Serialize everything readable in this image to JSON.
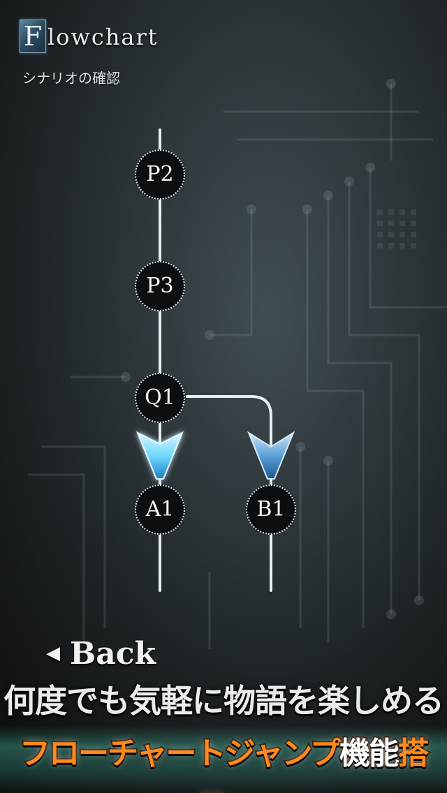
{
  "header": {
    "logo_letter": "F",
    "title": "lowchart",
    "subtitle": "シナリオの確認"
  },
  "flowchart": {
    "nodes": [
      {
        "id": "p2",
        "label": "P2"
      },
      {
        "id": "p3",
        "label": "P3"
      },
      {
        "id": "q1",
        "label": "Q1"
      },
      {
        "id": "a1",
        "label": "A1"
      },
      {
        "id": "b1",
        "label": "B1"
      }
    ]
  },
  "back": {
    "arrow": "◀",
    "label": "Back"
  },
  "promo": {
    "line1": "何度でも気軽に物語を楽しめる",
    "line2_orange": "フローチャートジャンプ",
    "line2_white": "機能",
    "line2_end": "搭載!!"
  },
  "colors": {
    "arrow_active": "#6fd8ff",
    "arrow_inactive": "#5a9fd8",
    "promo_orange": "#ff8a1e"
  }
}
